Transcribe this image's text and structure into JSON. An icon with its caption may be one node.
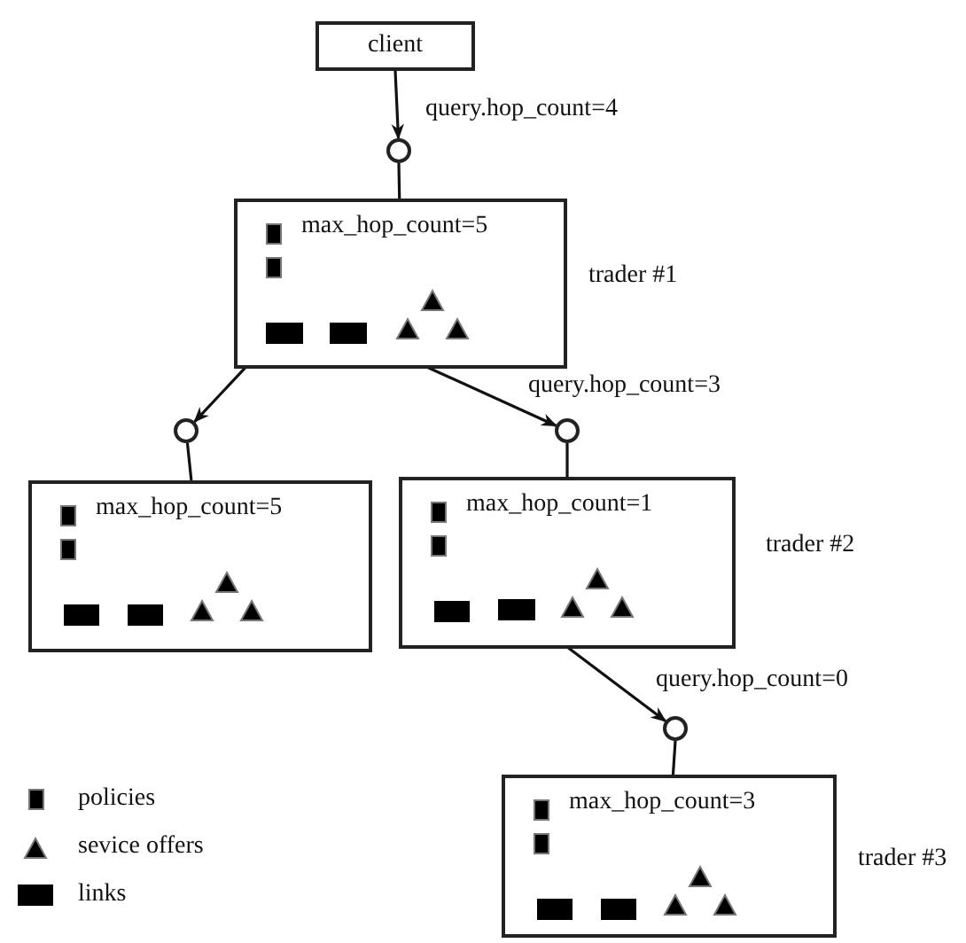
{
  "diagram": {
    "nodes": [
      {
        "text": [
          "client"
        ]
      },
      {
        "text": [],
        "shape": "circle"
      },
      {
        "text": [
          "max_hop_count=5"
        ],
        "beside": [
          "trader #1"
        ]
      },
      {
        "text": [],
        "shape": "box",
        "in": 2
      },
      {
        "text": [],
        "shape": "box",
        "in": 2
      },
      {
        "text": [],
        "shape": "circle"
      },
      {
        "text": [],
        "shape": "circle"
      },
      {
        "text": [
          "max_hop_count=5"
        ]
      },
      {
        "text": [
          "max_hop_count=1"
        ],
        "beside": [
          "trader #2"
        ]
      },
      {
        "text": [],
        "shape": "box",
        "in": 8
      },
      {
        "text": [],
        "shape": "circle"
      },
      {
        "text": [
          "max_hop_count=3"
        ],
        "beside": [
          "trader #3"
        ]
      }
    ],
    "edges": [
      {
        "from": 0,
        "to": 1,
        "arrow": "to",
        "label": "query.hop_count=4"
      },
      {
        "from": 1,
        "to": 2,
        "arrow": "none"
      },
      {
        "from": 3,
        "to": 5,
        "arrow": "to"
      },
      {
        "from": 4,
        "to": 6,
        "arrow": "to",
        "label": "query.hop_count=3"
      },
      {
        "from": 5,
        "to": 7,
        "arrow": "none"
      },
      {
        "from": 6,
        "to": 8,
        "arrow": "none"
      },
      {
        "from": 9,
        "to": 10,
        "arrow": "to",
        "label": "query.hop_count=0"
      },
      {
        "from": 10,
        "to": 11,
        "arrow": "none"
      }
    ],
    "legend": [
      {
        "text": "policies"
      },
      {
        "text": "sevice offers"
      },
      {
        "text": "links"
      }
    ]
  }
}
